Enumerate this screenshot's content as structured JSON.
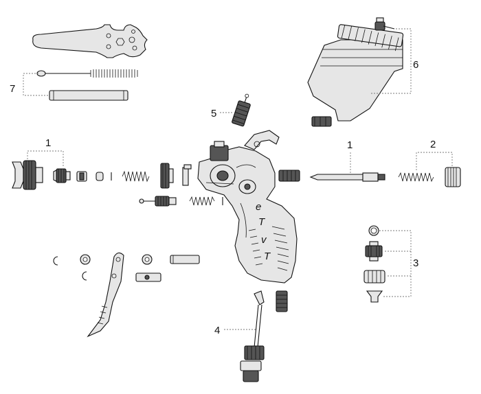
{
  "diagram": {
    "callouts": [
      {
        "id": "c1a",
        "label": "1"
      },
      {
        "id": "c1b",
        "label": "1"
      },
      {
        "id": "c2",
        "label": "2"
      },
      {
        "id": "c3",
        "label": "3"
      },
      {
        "id": "c4",
        "label": "4"
      },
      {
        "id": "c5",
        "label": "5"
      },
      {
        "id": "c6",
        "label": "6"
      },
      {
        "id": "c7",
        "label": "7"
      }
    ],
    "gun_body_lettering": [
      "e",
      "T",
      "v",
      "T"
    ],
    "colors": {
      "outline": "#111111",
      "fill": "#e6e6e6",
      "dark": "#555555",
      "leader": "#777777"
    }
  }
}
